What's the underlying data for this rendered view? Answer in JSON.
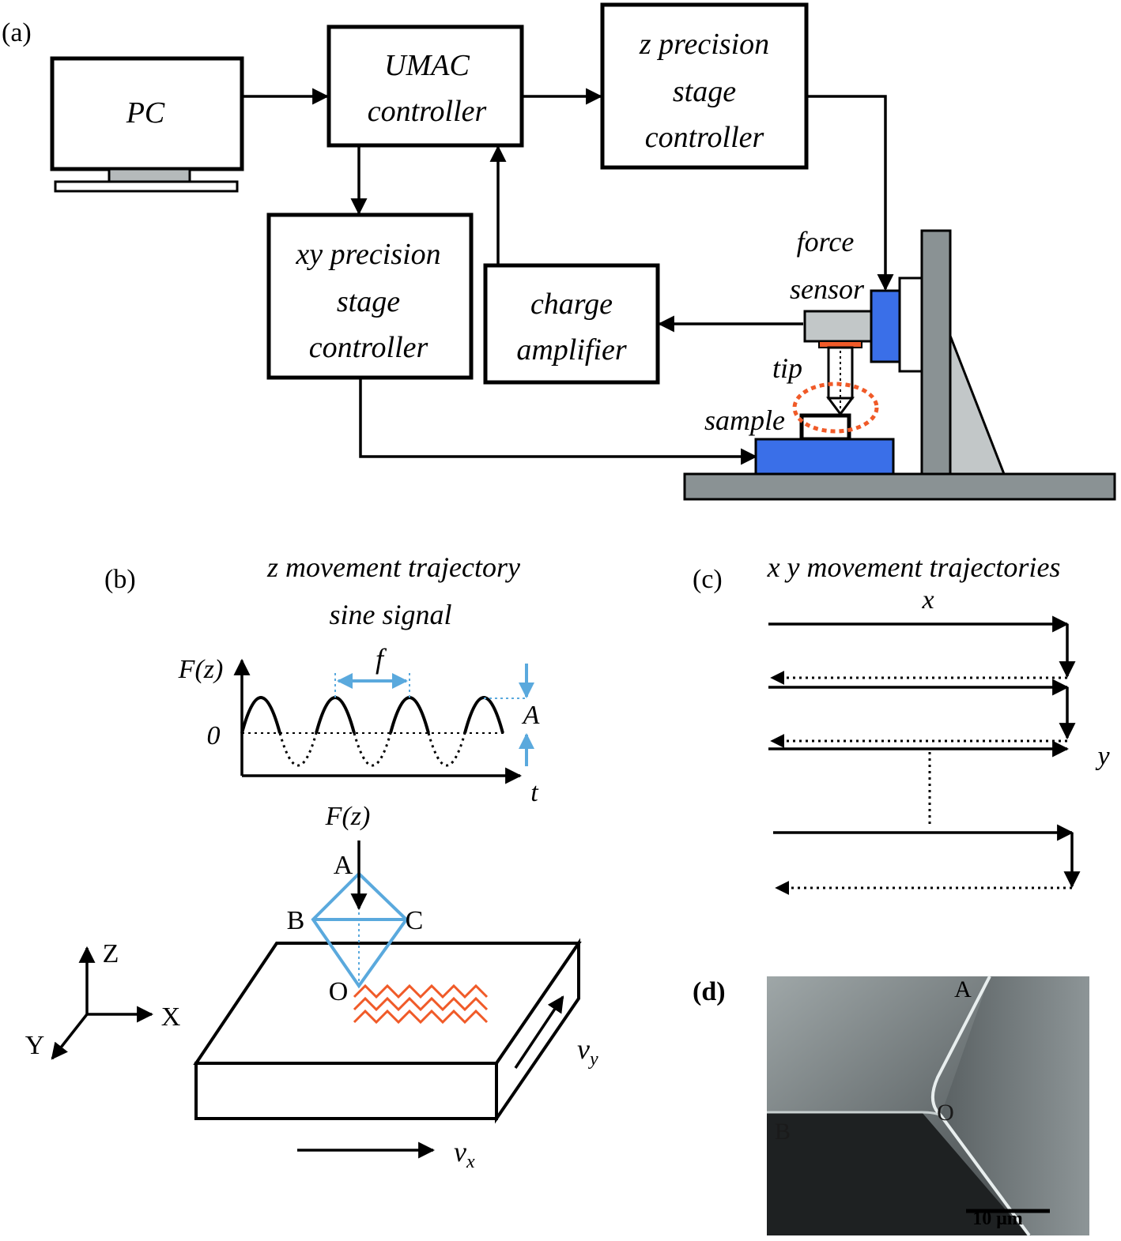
{
  "panels": {
    "a": {
      "tag": "(a)",
      "pc": "PC",
      "umac": [
        "UMAC",
        "controller"
      ],
      "z_stage": [
        "z precision",
        "stage",
        "controller"
      ],
      "xy_stage": [
        "xy precision",
        "stage",
        "controller"
      ],
      "charge_amp": [
        "charge",
        "amplifier"
      ],
      "force_sensor": [
        "force",
        "sensor"
      ],
      "tip": "tip",
      "sample": "sample"
    },
    "b": {
      "tag": "(b)",
      "title": [
        "z movement trajectory",
        "sine signal"
      ],
      "y_axis": "F(z)",
      "zero": "0",
      "t_axis": "t",
      "freq": "f",
      "amp": "A",
      "force_label": "F(z)",
      "points": {
        "A": "A",
        "B": "B",
        "C": "C",
        "O": "O"
      },
      "axes": {
        "z": "Z",
        "x": "X",
        "y": "Y"
      },
      "vx": "v",
      "vx_sub": "x",
      "vy": "v",
      "vy_sub": "y"
    },
    "c": {
      "tag": "(c)",
      "title": "x y movement trajectories",
      "x": "x",
      "y": "y"
    },
    "d": {
      "tag": "(d)",
      "labels": {
        "A": "A",
        "B": "B",
        "O": "O"
      },
      "scale": "10 μm"
    }
  },
  "colors": {
    "sensor_blue": "#3a6fe8",
    "sample_stage_blue": "#3a6fe8",
    "frame_gray": "#8a9294",
    "light_gray": "#c2c7c8",
    "tip_orange": "#f05a28",
    "annotation_blue": "#5aa9dd"
  }
}
